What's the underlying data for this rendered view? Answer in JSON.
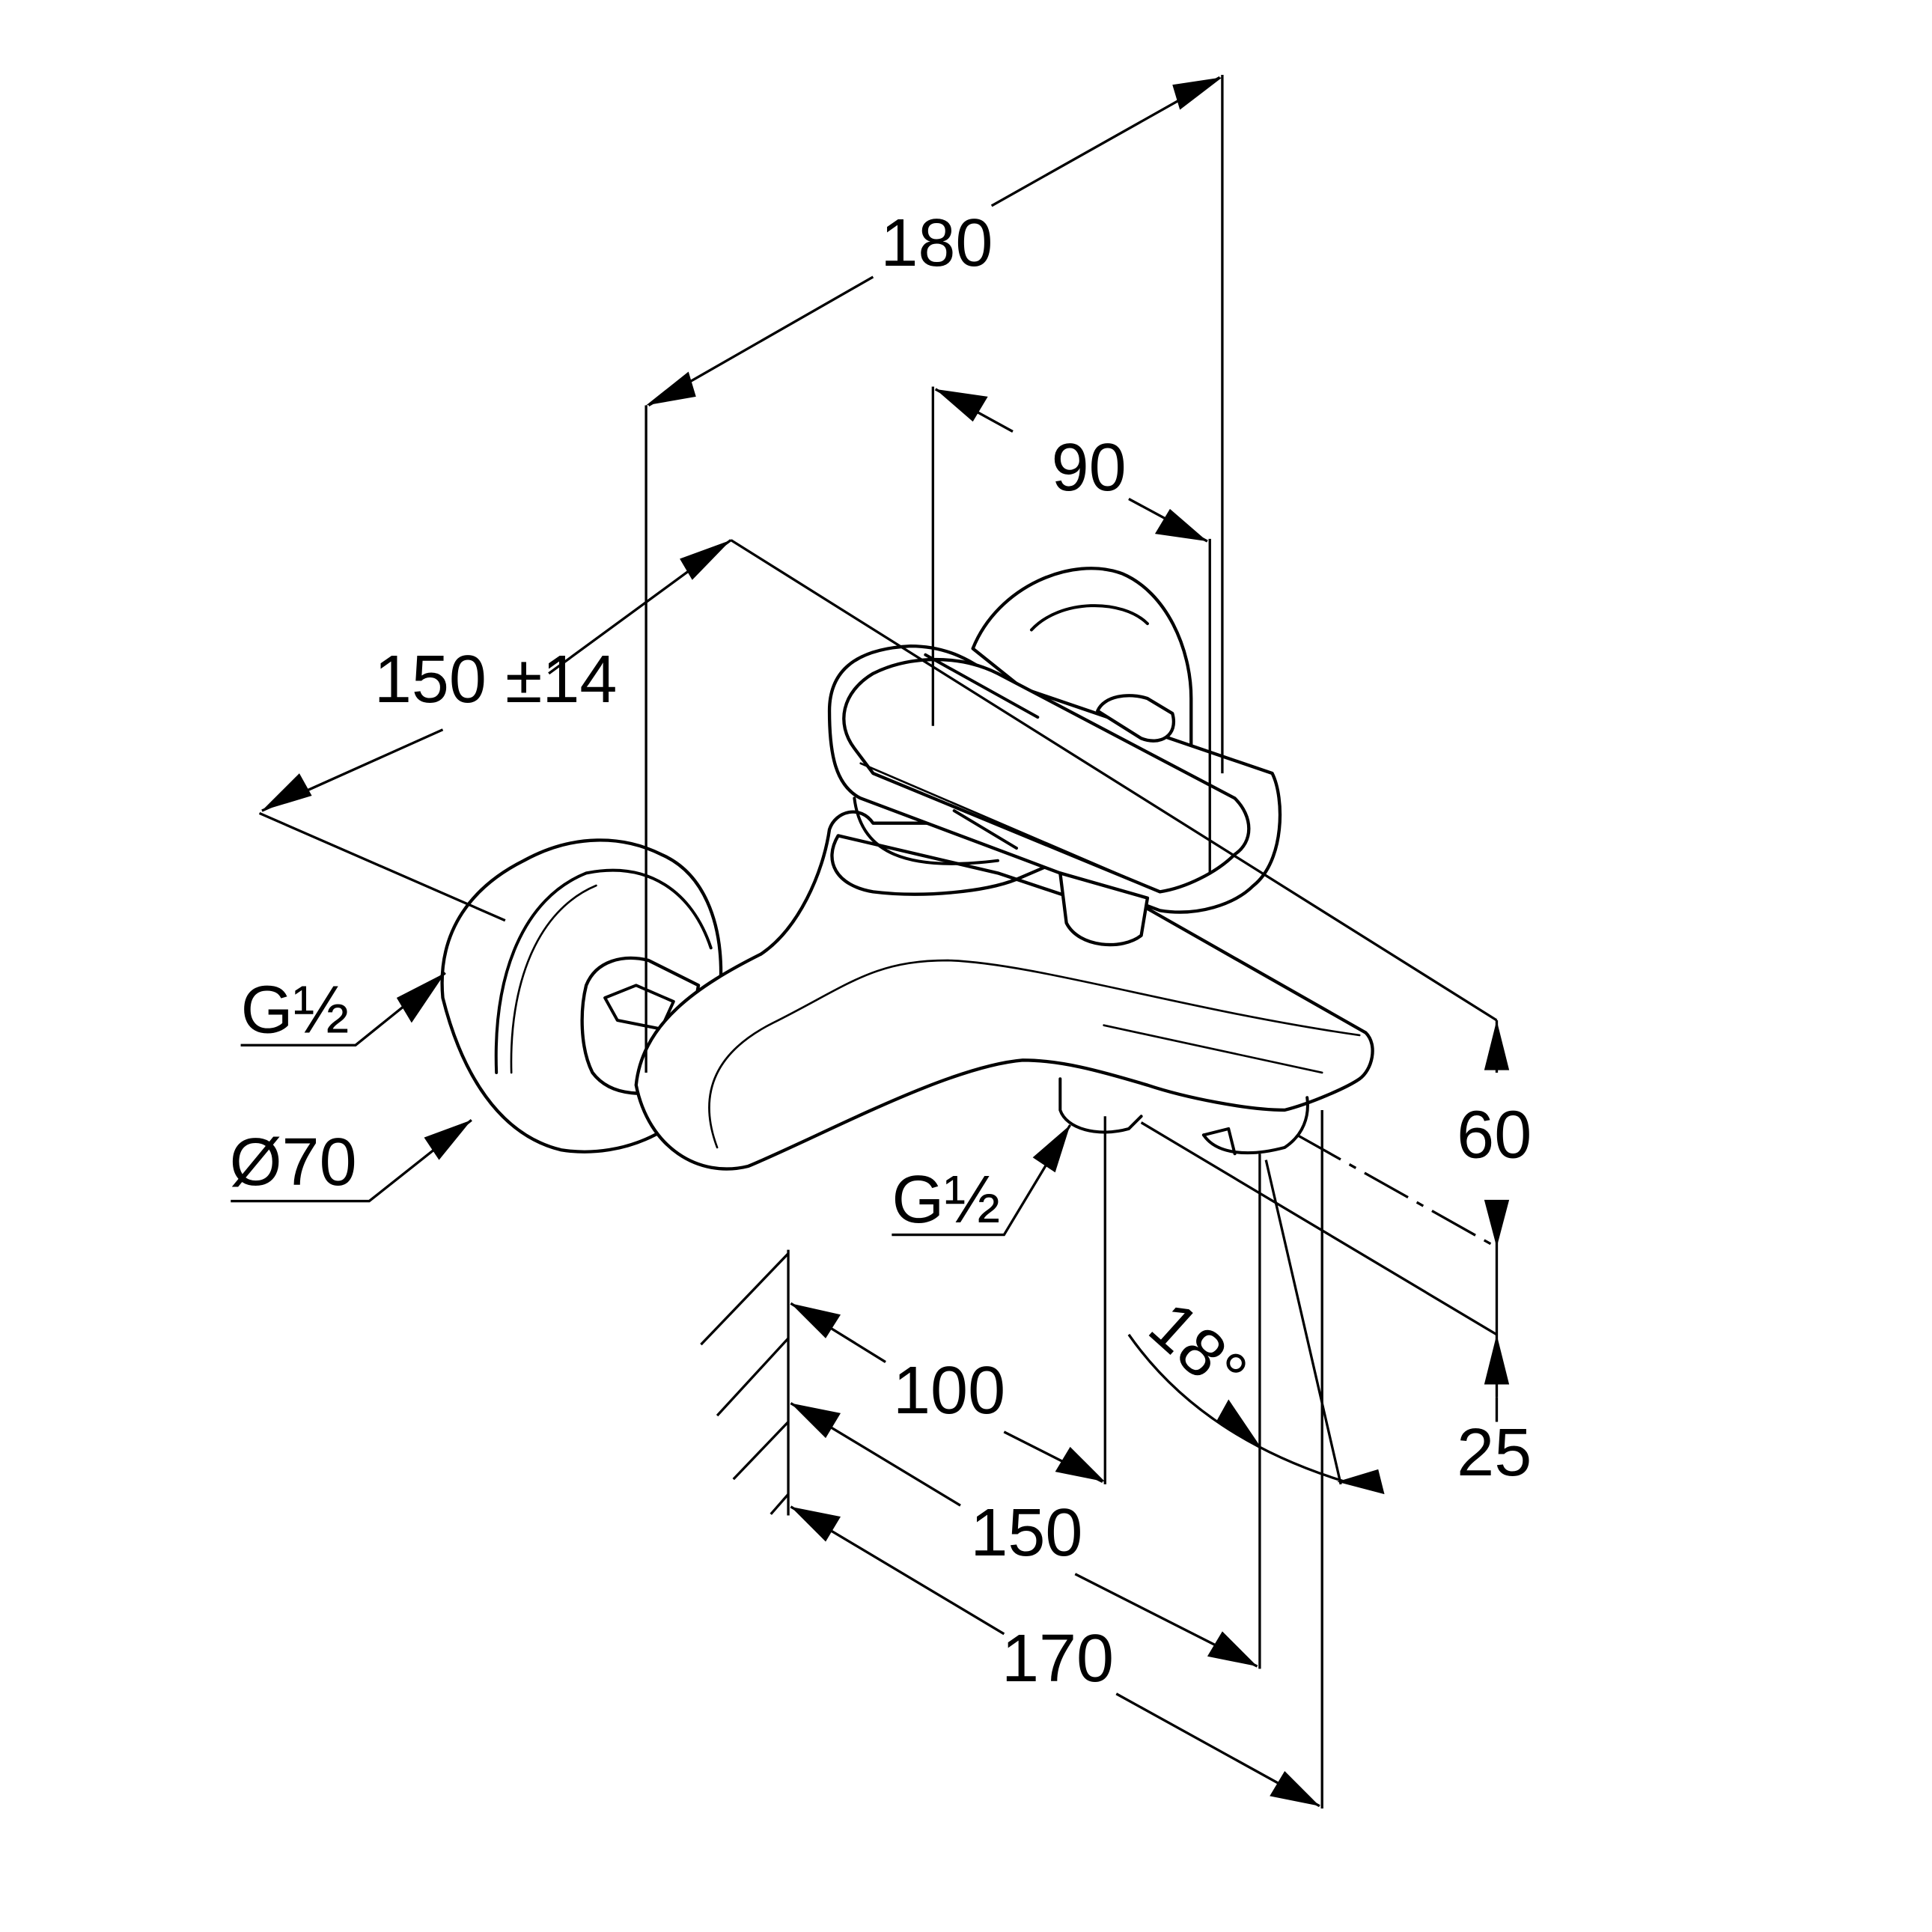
{
  "drawing": {
    "title": "Wall-mounted bath mixer dimension drawing",
    "colors": {
      "line": "#000000",
      "background": "#ffffff"
    },
    "units": "mm",
    "dimensions": {
      "overall_depth": "180",
      "lever_offset": "90",
      "inlet_centres": "150 ±14",
      "spout_height_top": "60",
      "spout_height_bottom": "25",
      "outlet_projection_100": "100",
      "outlet_projection_150": "150",
      "outlet_projection_170": "170",
      "spout_angle": "18°"
    },
    "callouts": {
      "inlet_thread": "G½",
      "rosette_diameter": "Ø70",
      "outlet_thread": "G½"
    }
  }
}
